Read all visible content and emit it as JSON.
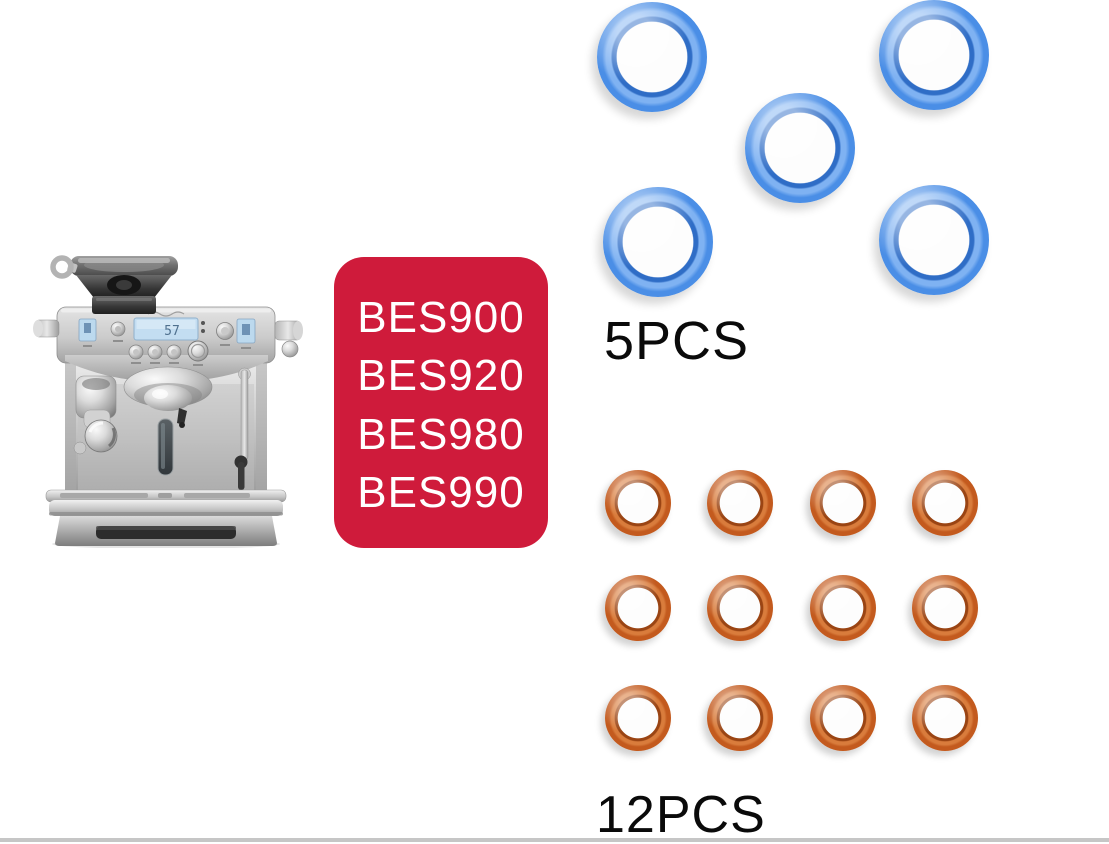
{
  "badge": {
    "models": [
      "BES900",
      "BES920",
      "BES980",
      "BES990"
    ],
    "bg_color": "#cf1b3b",
    "text_color": "#ffffff"
  },
  "blue_kit": {
    "label": "5PCS",
    "count": 5,
    "ring_color": "#4a8ee6",
    "ring_highlight": "#7fb2f2",
    "ring_edge": "#2f6dc6"
  },
  "orange_kit": {
    "label": "12PCS",
    "count": 12,
    "ring_color": "#c35a1e",
    "ring_highlight": "#d97c3c",
    "ring_edge": "#9a4413"
  },
  "machine": {
    "lcd_text": "57"
  },
  "page": {
    "background": "#ffffff",
    "label_color": "#0a0a0a",
    "bottom_line_color": "#c6c6c6"
  }
}
